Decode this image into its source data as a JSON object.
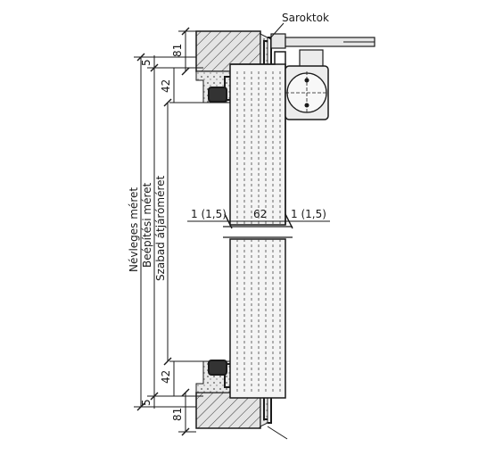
{
  "labels": {
    "saroktok": "Saroktok",
    "nevleges_meret": "Névleges méret",
    "beepitesi_meret": "Beépítési méret",
    "szabad_atjaromeret": "Szabad átjáróméret",
    "dim_5_top": "5",
    "dim_81_top": "81",
    "dim_42_top": "42",
    "dim_42_bottom": "42",
    "dim_81_bottom": "81",
    "dim_5_bottom": "5",
    "gap_left": "1 (1,5)",
    "door_thickness": "62",
    "gap_right": "1 (1,5)"
  },
  "colors": {
    "line": "#1a1a1a",
    "wall_fill": "#d8d8d8",
    "door_fill": "#f2f2f2",
    "metal_fill": "#bfbfbf"
  }
}
